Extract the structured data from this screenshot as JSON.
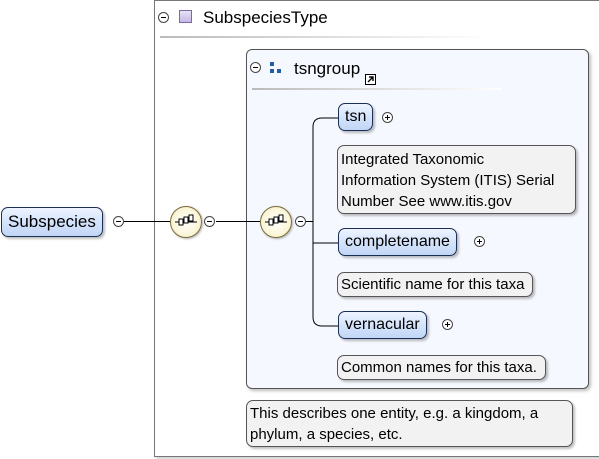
{
  "diagram": {
    "root_element": "Subspecies",
    "complex_type": "SubspeciesType",
    "group": "tsngroup",
    "children": [
      {
        "name": "tsn",
        "doc": [
          "Integrated Taxonomic",
          "Information System (ITIS) Serial",
          "Number See www.itis.gov"
        ]
      },
      {
        "name": "completename",
        "doc": [
          "Scientific name for this taxa"
        ]
      },
      {
        "name": "vernacular",
        "doc": [
          "Common names for this taxa."
        ]
      }
    ],
    "type_doc": [
      "This describes one entity, e.g. a kingdom, a",
      "phylum, a species, etc."
    ]
  },
  "colors": {
    "element_fill": "#d2e2fb",
    "element_border": "#1b2f55",
    "group_fill": "#f5f8fe",
    "note_fill": "#f2f2f2"
  }
}
